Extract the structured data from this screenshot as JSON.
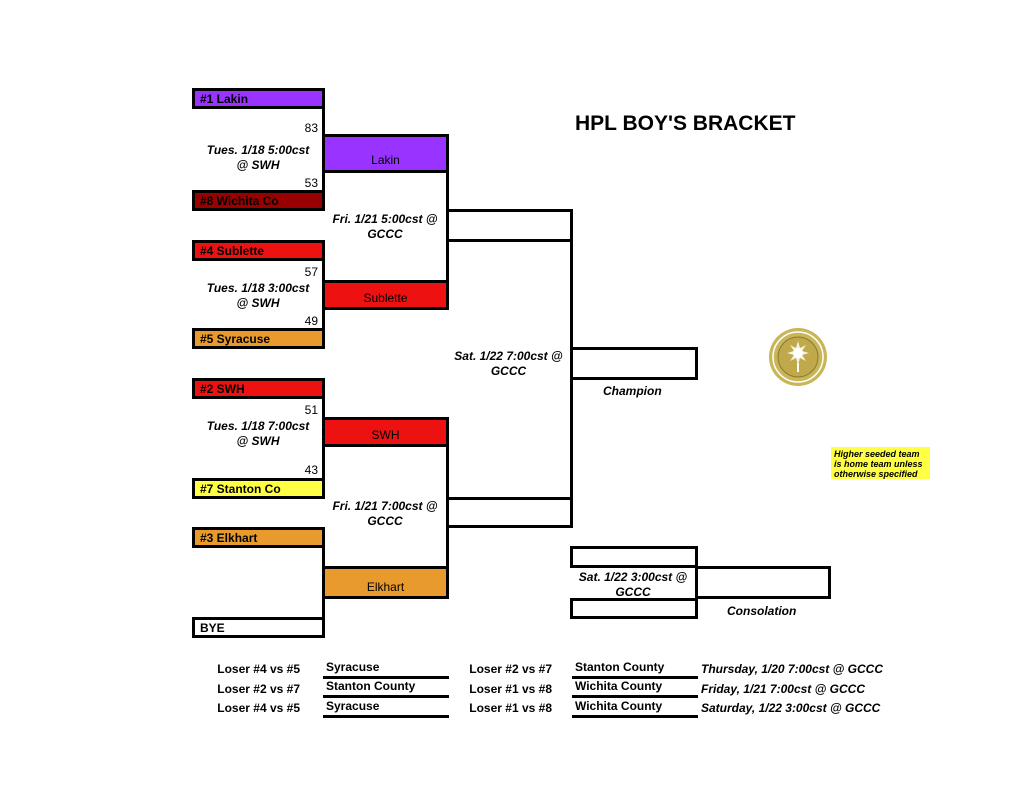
{
  "title": "HPL BOY'S BRACKET",
  "colors": {
    "purple": "#9933ff",
    "dark_red": "#990000",
    "red": "#ee1111",
    "orange": "#e89a2c",
    "yellow": "#ffff44"
  },
  "round1": [
    {
      "team": "#1 Lakin",
      "score": "83"
    },
    {
      "team": "#8 Wichita Co",
      "score": "53"
    },
    {
      "team": "#4 Sublette",
      "score": "57"
    },
    {
      "team": "#5 Syracuse",
      "score": "49"
    },
    {
      "team": "#2 SWH",
      "score": "51"
    },
    {
      "team": "#7 Stanton Co",
      "score": "43"
    },
    {
      "team": "#3 Elkhart",
      "score": ""
    },
    {
      "team": "BYE",
      "score": ""
    }
  ],
  "round1_games": [
    {
      "time": "Tues. 1/18 5:00cst",
      "place": "@ SWH"
    },
    {
      "time": "Tues. 1/18 3:00cst",
      "place": "@ SWH"
    },
    {
      "time": "Tues. 1/18 7:00cst",
      "place": "@ SWH"
    }
  ],
  "round2": [
    "Lakin",
    "Sublette",
    "SWH",
    "Elkhart"
  ],
  "round2_games": [
    {
      "line1": "Fri. 1/21 5:00cst @",
      "line2": "GCCC"
    },
    {
      "line1": "Fri. 1/21 7:00cst @",
      "line2": "GCCC"
    }
  ],
  "final_game": {
    "line1": "Sat. 1/22 7:00cst @",
    "line2": "GCCC"
  },
  "champion_label": "Champion",
  "consolation_game": {
    "line1": "Sat. 1/22 3:00cst @",
    "line2": "GCCC"
  },
  "consolation_label": "Consolation",
  "note": "Higher seeded team is home team unless otherwise specified",
  "schedule": [
    {
      "left_label": "Loser #4 vs #5",
      "left_value": "Syracuse",
      "right_label": "Loser #2 vs #7",
      "right_value": "Stanton County",
      "time": "Thursday, 1/20 7:00cst @ GCCC"
    },
    {
      "left_label": "Loser #2 vs #7",
      "left_value": "Stanton County",
      "right_label": "Loser #1 vs #8",
      "right_value": "Wichita County",
      "time": "Friday, 1/21 7:00cst @ GCCC"
    },
    {
      "left_label": "Loser #4 vs #5",
      "left_value": "Syracuse",
      "right_label": "Loser #1 vs #8",
      "right_value": "Wichita County",
      "time": "Saturday, 1/22 3:00cst @ GCCC"
    }
  ]
}
